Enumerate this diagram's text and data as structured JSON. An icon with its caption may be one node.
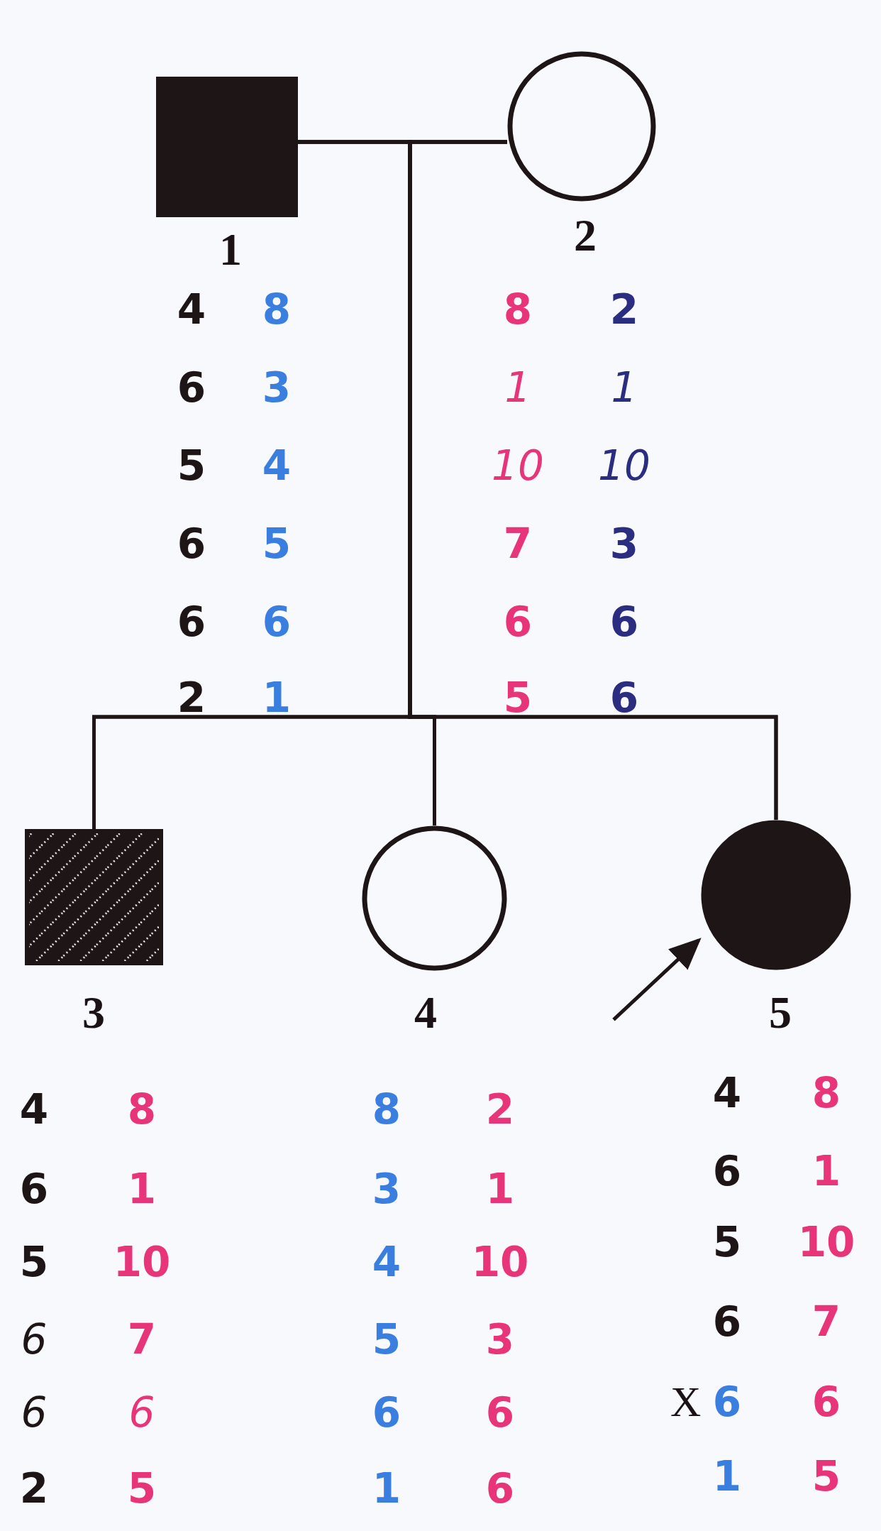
{
  "diagram": {
    "nodes": [
      {
        "text": [
          "1"
        ],
        "beside": [
          "4",
          "8",
          "6",
          "3",
          "5",
          "4",
          "6",
          "5",
          "6",
          "6",
          "2",
          "1"
        ]
      },
      {
        "text": [
          "2"
        ],
        "beside": [
          "8",
          "2",
          "1",
          "1",
          "10",
          "10",
          "7",
          "3",
          "6",
          "6",
          "5",
          "6"
        ]
      },
      {
        "text": [
          "3"
        ],
        "beside": [
          "4",
          "8",
          "6",
          "1",
          "5",
          "10",
          "6",
          "7",
          "6",
          "6",
          "2",
          "5"
        ]
      },
      {
        "text": [
          "4"
        ],
        "beside": [
          "8",
          "2",
          "3",
          "1",
          "4",
          "10",
          "5",
          "3",
          "6",
          "6",
          "1",
          "6"
        ]
      },
      {
        "text": [
          "5"
        ],
        "beside": [
          "4",
          "8",
          "6",
          "1",
          "5",
          "10",
          "6",
          "7",
          "6",
          "6",
          "1",
          "5"
        ]
      }
    ],
    "edges": [
      {
        "from": 0,
        "to": 1,
        "arrow": "none"
      },
      {
        "from": 0,
        "to": 2,
        "arrow": "none"
      },
      {
        "from": 0,
        "to": 3,
        "arrow": "none"
      },
      {
        "from": 0,
        "to": 4,
        "arrow": "none"
      },
      {
        "from": 1,
        "to": 2,
        "arrow": "none"
      },
      {
        "from": 1,
        "to": 3,
        "arrow": "none"
      },
      {
        "from": 1,
        "to": 4,
        "arrow": "none"
      },
      {
        "from": null,
        "to": 4,
        "arrow": "to"
      }
    ],
    "labels": [
      "X"
    ]
  }
}
